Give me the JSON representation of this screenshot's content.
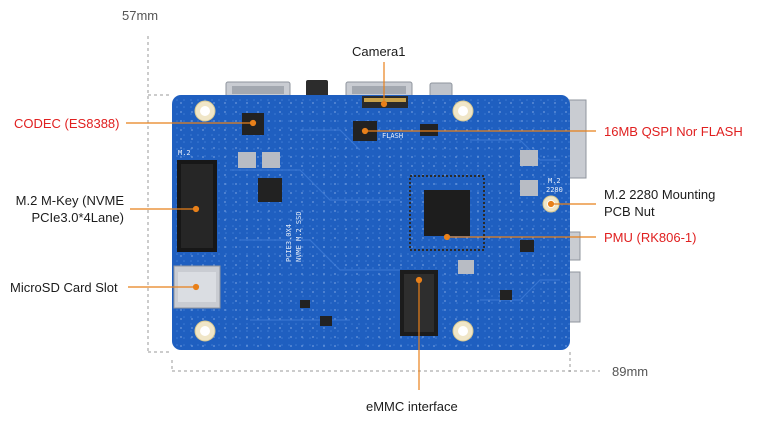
{
  "dimensions": {
    "height": "57mm",
    "width": "89mm"
  },
  "labels": {
    "camera": "Camera1",
    "codec": "CODEC (ES8388)",
    "nor_flash": "16MB QSPI Nor FLASH",
    "m2_mkey": "M.2 M-Key (NVME\nPCIe3.0*4Lane)",
    "m2_nut": "M.2 2280 Mounting\nPCB Nut",
    "pmu": "PMU (RK806-1)",
    "microsd": "MicroSD Card Slot",
    "emmc": "eMMC interface"
  },
  "silkscreen": {
    "flash": "FLASH",
    "m2": "M.2",
    "m2_2280": "2280",
    "pcie": "PCIE3.0X4",
    "nvme": "NVME M.2 SSD",
    "m2_slot": "M.2"
  },
  "colors": {
    "board": "#1f5fc0",
    "label_red": "#e02020",
    "label_dark": "#1c1c1c",
    "leader": "#e8801a",
    "dimension": "#9a9a9a"
  }
}
